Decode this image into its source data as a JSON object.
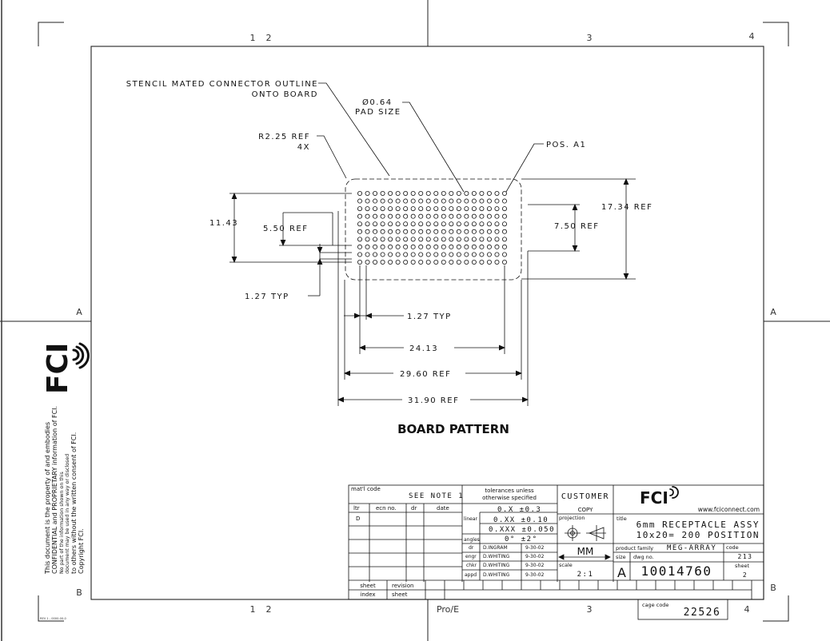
{
  "frame": {
    "zone_top": [
      "1",
      "2",
      "3",
      "4"
    ],
    "zone_bottom": [
      "1",
      "2",
      "Pro/E",
      "3",
      "4"
    ],
    "zone_left": [
      "A",
      "B"
    ],
    "zone_right": [
      "A",
      "B"
    ],
    "rev_tiny": "REV 1 - 0000-00-0"
  },
  "drawing": {
    "stencil_label_1": "STENCIL MATED CONNECTOR OUTLINE",
    "stencil_label_2": "ONTO BOARD",
    "pad_label_1": "Ø0.64",
    "pad_label_2": "PAD SIZE",
    "radius_label_1": "R2.25 REF",
    "radius_label_2": "4X",
    "pos_label": "POS. A1",
    "dim_11_43": "11.43",
    "dim_5_50": "5.50 REF",
    "dim_7_50": "7.50 REF",
    "dim_17_34": "17.34 REF",
    "dim_1_27_typ_v": "1.27 TYP",
    "dim_1_27_typ_h": "1.27 TYP",
    "dim_24_13": "24.13",
    "dim_29_60": "29.60 REF",
    "dim_31_90": "31.90 REF",
    "section_title": "BOARD PATTERN",
    "pad_rows": 10,
    "pad_cols": 20
  },
  "side": {
    "logo": "FCI",
    "notice_1": "This document is the property of and embodies",
    "notice_2": "CONFIDENTIAL and PROPRIETARY information of FCI.",
    "notice_3": "No part of the information shown on this",
    "notice_4": "document may be used in any way or disclosed",
    "notice_5": "to others without the written consent of FCI.",
    "notice_6": "Copyright FCI."
  },
  "title_block": {
    "matl_code_label": "mat'l code",
    "matl_code_value": "SEE NOTE 1",
    "tol_label_1": "tolerances unless",
    "tol_label_2": "otherwise specified",
    "tol_linear_label": "linear",
    "tol_angles_label": "angles",
    "tol_x": "0.X ±0.3",
    "tol_xx": "0.XX ±0.10",
    "tol_xxx": "0.XXX ±0.050",
    "tol_ang": "0° ±2°",
    "customer_label": "CUSTOMER",
    "copy_label": "COPY",
    "projection_label": "projection",
    "ltr_label": "ltr",
    "ecn_label": "ecn no.",
    "dr_col_label": "dr",
    "date_label": "date",
    "rev_ltr": "D",
    "dr_label": "dr",
    "dr_name": "D.INGRAM",
    "dr_date": "9-30-02",
    "engr_label": "engr",
    "engr_name": "D.WHITING",
    "engr_date": "9-30-02",
    "chkr_label": "chkr",
    "chkr_name": "D.WHITING",
    "chkr_date": "9-30-02",
    "appd_label": "appd",
    "appd_name": "D.WHITING",
    "appd_date": "9-30-02",
    "units": "MM",
    "scale_label": "scale",
    "scale_value": "2:1",
    "logo": "FCI",
    "website": "www.fciconnect.com",
    "title_label": "title",
    "title_1": "6mm RECEPTACLE ASSY",
    "title_2": "10x20= 200 POSITION",
    "product_family_label": "product family",
    "product_family_value": "MEG-ARRAY",
    "code_label": "code",
    "code_value": "213",
    "size_label": "size",
    "dwg_no_label": "dwg no.",
    "size_value": "A",
    "dwg_no_value": "10014760",
    "sheet_label": "sheet",
    "sheet_value": "2",
    "sheet_index_label_1": "sheet",
    "sheet_index_label_2": "index",
    "revision_label": "revision",
    "revision_sheet_label": "sheet",
    "cage_code_label": "cage code",
    "cage_code_value": "22526"
  },
  "colors": {
    "line": "#111111",
    "border": "#222222",
    "paper": "#ffffff"
  }
}
